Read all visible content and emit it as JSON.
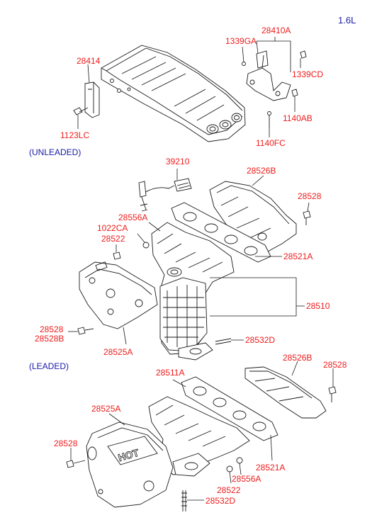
{
  "engine": "1.6L",
  "sections": {
    "unleaded": "(UNLEADED)",
    "leaded": "(LEADED)"
  },
  "parts": {
    "p28414": "28414",
    "p1123LC": "1123LC",
    "p1339GA": "1339GA",
    "p28410A": "28410A",
    "p1339CD": "1339CD",
    "p1140AB": "1140AB",
    "p1140FC": "1140FC",
    "p39210": "39210",
    "p28526B_top": "28526B",
    "p28528_top": "28528",
    "p28556A_top": "28556A",
    "p1022CA": "1022CA",
    "p28522_top": "28522",
    "p28521A_top": "28521A",
    "p28510": "28510",
    "p28528_mid": "28528",
    "p28528B": "28528B",
    "p28532D_top": "28532D",
    "p28525A_top": "28525A",
    "p28526B_bot": "28526B",
    "p28528_right": "28528",
    "p28511A": "28511A",
    "p28525A_bot": "28525A",
    "p28528_left": "28528",
    "p28521A_bot": "28521A",
    "p28556A_bot": "28556A",
    "p28522_bot": "28522",
    "p28532D_bot": "28532D"
  },
  "stamps": {
    "hot": "HOT"
  }
}
